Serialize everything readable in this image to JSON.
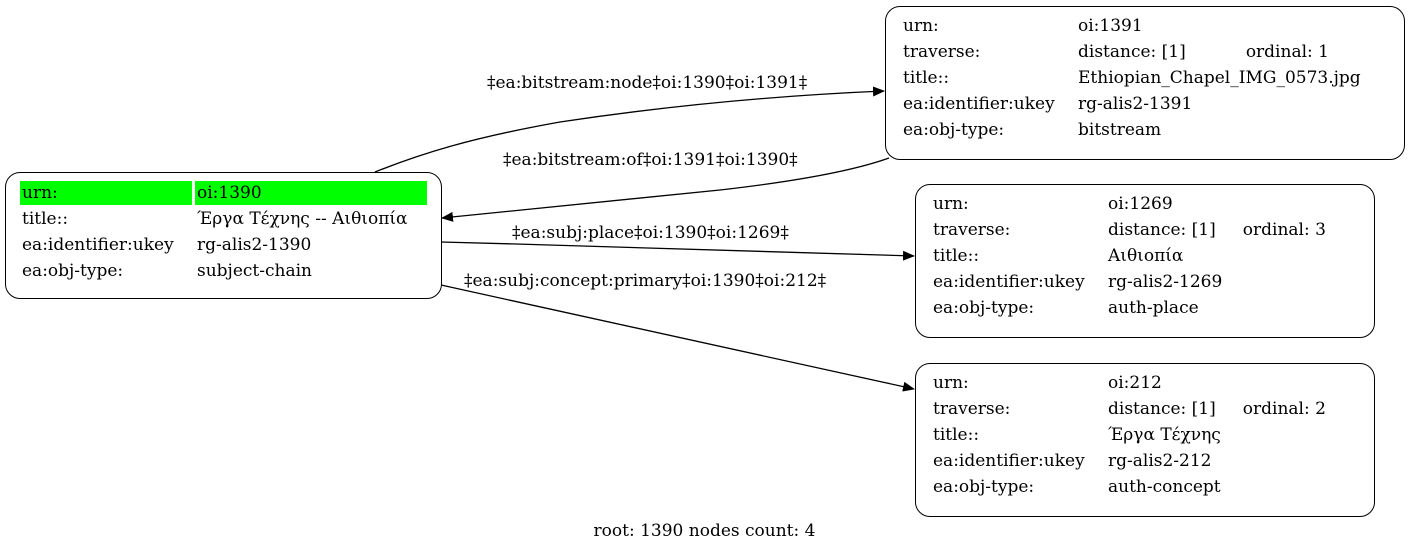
{
  "nodes": [
    {
      "id": "oi:1390",
      "rows": [
        {
          "key": "urn:",
          "value": "oi:1390"
        },
        {
          "key": "title::",
          "value": "Έργα Τέχνης -- Αιθιοπία"
        },
        {
          "key": "ea:identifier:ukey",
          "value": "rg-alis2-1390"
        },
        {
          "key": "ea:obj-type:",
          "value": "subject-chain"
        }
      ]
    },
    {
      "id": "oi:1391",
      "rows": [
        {
          "key": "urn:",
          "value": "oi:1391"
        },
        {
          "key": "traverse:",
          "value": "distance: [1]",
          "value2": "ordinal: 1"
        },
        {
          "key": "title::",
          "value": "Ethiopian_Chapel_IMG_0573.jpg"
        },
        {
          "key": "ea:identifier:ukey",
          "value": "rg-alis2-1391"
        },
        {
          "key": "ea:obj-type:",
          "value": "bitstream"
        }
      ]
    },
    {
      "id": "oi:1269",
      "rows": [
        {
          "key": "urn:",
          "value": "oi:1269"
        },
        {
          "key": "traverse:",
          "value": "distance: [1]",
          "value2": "ordinal: 3"
        },
        {
          "key": "title::",
          "value": "Αιθιοπία"
        },
        {
          "key": "ea:identifier:ukey",
          "value": "rg-alis2-1269"
        },
        {
          "key": "ea:obj-type:",
          "value": "auth-place"
        }
      ]
    },
    {
      "id": "oi:212",
      "rows": [
        {
          "key": "urn:",
          "value": "oi:212"
        },
        {
          "key": "traverse:",
          "value": "distance: [1]",
          "value2": "ordinal: 2"
        },
        {
          "key": "title::",
          "value": "Έργα Τέχνης"
        },
        {
          "key": "ea:identifier:ukey",
          "value": "rg-alis2-212"
        },
        {
          "key": "ea:obj-type:",
          "value": "auth-concept"
        }
      ]
    }
  ],
  "edges": [
    {
      "label": "‡ea:bitstream:node‡oi:1390‡oi:1391‡",
      "from": "oi:1390",
      "to": "oi:1391"
    },
    {
      "label": "‡ea:bitstream:of‡oi:1391‡oi:1390‡",
      "from": "oi:1391",
      "to": "oi:1390"
    },
    {
      "label": "‡ea:subj:place‡oi:1390‡oi:1269‡",
      "from": "oi:1390",
      "to": "oi:1269"
    },
    {
      "label": "‡ea:subj:concept:primary‡oi:1390‡oi:212‡",
      "from": "oi:1390",
      "to": "oi:212"
    }
  ],
  "footer": "root: 1390 nodes count: 4"
}
